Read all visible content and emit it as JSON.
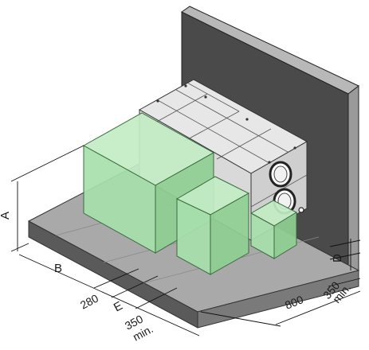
{
  "figure": {
    "labels": {
      "A": "A",
      "B": "B",
      "D": "D",
      "E": "E",
      "dim_280": "280",
      "dim_350_right": "350",
      "min_right": "min.",
      "dim_800": "800",
      "dim_350_front": "350",
      "min_front": "min."
    },
    "colors": {
      "wall_front": "#4a4a4a",
      "wall_top": "#b8b8b8",
      "wall_side": "#9a9a9a",
      "floor_top": "#a9a9a9",
      "floor_front": "#5a5a5a",
      "floor_side": "#7a7a7a",
      "unit_top": "#e7e7e7",
      "unit_front": "#cfcfcf",
      "clearance_front": "#a8e0ac",
      "clearance_top": "#c2ebc4",
      "clearance_side": "#8fcf93",
      "clearance_stroke": "#3a6b3d",
      "dim_line": "#111111"
    }
  }
}
